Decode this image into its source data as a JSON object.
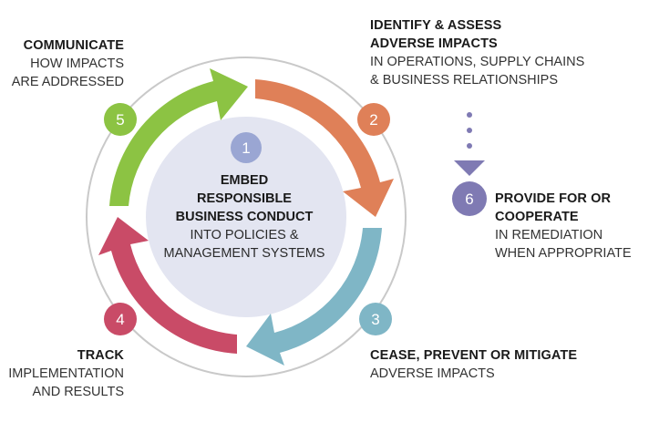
{
  "colors": {
    "step1": "#9aa6d3",
    "step2": "#df8058",
    "step3": "#7fb6c6",
    "step4": "#c94b67",
    "step5": "#8cc343",
    "step6": "#7f7ab3",
    "center_fill": "#e3e5f1",
    "ring": "#c9c9c9"
  },
  "center": {
    "number": "1",
    "line1": "EMBED",
    "line2": "RESPONSIBLE",
    "line3": "BUSINESS CONDUCT",
    "line4": "INTO POLICIES &",
    "line5": "MANAGEMENT SYSTEMS"
  },
  "steps": {
    "identify": {
      "number": "2",
      "title1": "IDENTIFY & ASSESS",
      "title2": "ADVERSE IMPACTS",
      "sub1": "IN OPERATIONS, SUPPLY CHAINS",
      "sub2": "& BUSINESS RELATIONSHIPS"
    },
    "cease": {
      "number": "3",
      "title1": "CEASE, PREVENT OR MITIGATE",
      "sub1": "ADVERSE IMPACTS"
    },
    "track": {
      "number": "4",
      "title1": "TRACK",
      "sub1": "IMPLEMENTATION",
      "sub2": "AND RESULTS"
    },
    "communicate": {
      "number": "5",
      "title1": "COMMUNICATE",
      "sub1": "HOW IMPACTS",
      "sub2": "ARE ADDRESSED"
    },
    "remediate": {
      "number": "6",
      "title1": "PROVIDE FOR OR",
      "title2": "COOPERATE",
      "sub1": "IN REMEDIATION",
      "sub2": "WHEN APPROPRIATE"
    }
  }
}
